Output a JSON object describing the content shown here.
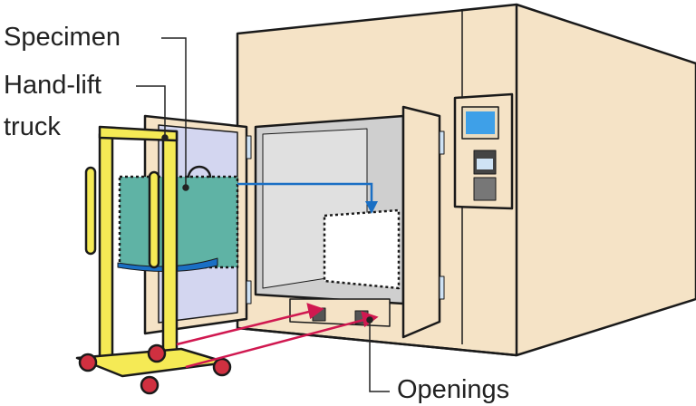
{
  "labels": {
    "specimen": "Specimen",
    "hand_lift_line1": "Hand-lift",
    "hand_lift_line2": "truck",
    "openings": "Openings"
  },
  "colors": {
    "chamber": "#f5e3c6",
    "truck": "#f5ea55",
    "specimen": "#5fb3a5",
    "flow_arrow": "#1a6fc4",
    "insert_arrow": "#d01850",
    "door_inner": "#d3d6f0",
    "screen": "#3ea0e8"
  }
}
